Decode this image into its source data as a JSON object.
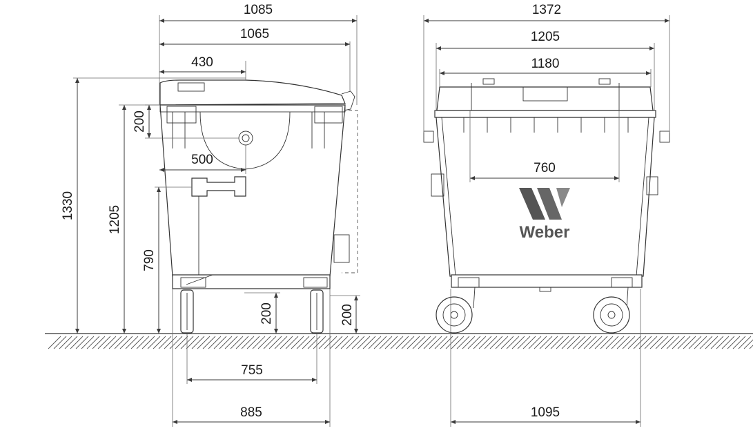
{
  "brand": {
    "name": "Weber",
    "logo_icon": "weber-w-logo-icon"
  },
  "side_view": {
    "dims": {
      "overall_width": "1085",
      "body_width": "1065",
      "lid_to_hinge": "430",
      "wheel_to_pivot": "500",
      "top_recess": "200",
      "total_height": "1330",
      "rim_height": "1205",
      "handle_height": "790",
      "pedal_clearance": "200",
      "wheel_clearance": "200",
      "wheel_base": "755",
      "base_length": "885"
    }
  },
  "front_view": {
    "dims": {
      "overall_width": "1372",
      "body_width": "1205",
      "lid_width": "1180",
      "inner_width": "760",
      "base_width": "1095"
    }
  }
}
